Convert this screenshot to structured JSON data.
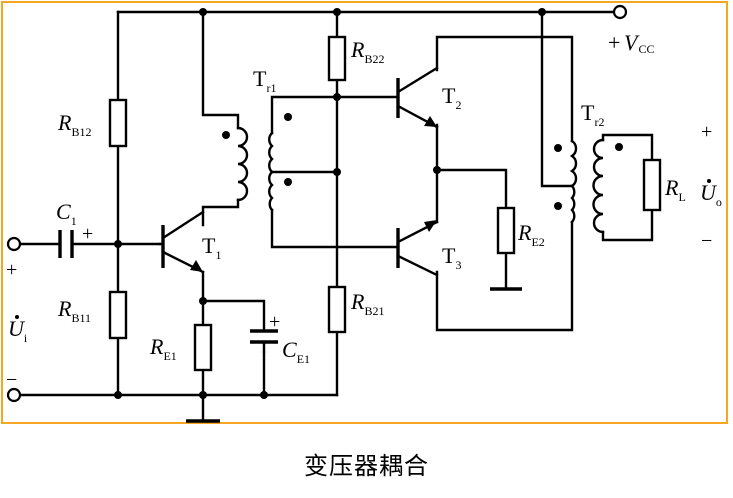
{
  "caption": "变压器耦合",
  "labels": {
    "vcc_sign": "+",
    "vcc_main": "V",
    "vcc_sub": "CC",
    "rb12_main": "R",
    "rb12_sub": "B12",
    "rb11_main": "R",
    "rb11_sub": "B11",
    "re1_main": "R",
    "re1_sub": "E1",
    "ce1_main": "C",
    "ce1_sub": "E1",
    "c1_main": "C",
    "c1_sub": "1",
    "t1_main": "T",
    "t1_sub": "1",
    "tr1_main": "T",
    "tr1_sub": "r1",
    "rb22_main": "R",
    "rb22_sub": "B22",
    "rb21_main": "R",
    "rb21_sub": "B21",
    "t2_main": "T",
    "t2_sub": "2",
    "t3_main": "T",
    "t3_sub": "3",
    "re2_main": "R",
    "re2_sub": "E2",
    "tr2_main": "T",
    "tr2_sub": "r2",
    "rl_main": "R",
    "rl_sub": "L",
    "uo_main": "U",
    "uo_sub": "o",
    "ui_main": "U",
    "ui_sub": "i",
    "out_plus": "+",
    "out_minus": "−",
    "in_plus": "+",
    "in_minus": "−",
    "c1_plus": "+",
    "ce1_plus": "+"
  }
}
